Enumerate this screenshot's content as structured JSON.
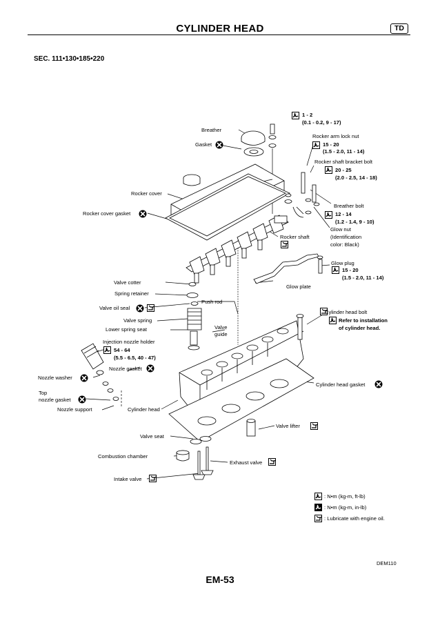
{
  "header": {
    "title": "CYLINDER HEAD",
    "badge": "TD"
  },
  "section": "SEC. 111•130•185•220",
  "torques": {
    "t1": [
      "1 - 2",
      "(0.1 - 0.2, 9 - 17)"
    ],
    "t2": [
      "15 - 20",
      "(1.5 - 2.0, 11 - 14)"
    ],
    "t3": [
      "20 - 25",
      "(2.0 - 2.5, 14 - 18)"
    ],
    "t4": [
      "12 - 14",
      "(1.2 - 1.4, 9 - 10)"
    ],
    "t5": [
      "15 - 20",
      "(1.5 - 2.0, 11 - 14)"
    ],
    "t6": [
      "54 - 64",
      "(5.5 - 6.5, 40 - 47)"
    ]
  },
  "labels": {
    "breather": "Breather",
    "gasket": "Gasket",
    "rocker_cover": "Rocker cover",
    "rocker_cover_gasket": "Rocker cover gasket",
    "rocker_arm_lock_nut": "Rocker arm lock nut",
    "rocker_shaft_bracket_bolt": "Rocker shaft bracket bolt",
    "breather_bolt": "Breather bolt",
    "glow_nut": "Glow nut",
    "glow_nut_id": "(Identification",
    "glow_nut_color": "color: Black)",
    "rocker_shaft": "Rocker shaft",
    "glow_plug": "Glow plug",
    "glow_plate": "Glow plate",
    "valve_cotter": "Valve cotter",
    "spring_retainer": "Spring retainer",
    "push_rod": "Push rod",
    "valve_oil_seal": "Valve oil seal",
    "valve_spring": "Valve spring",
    "lower_spring_seat": "Lower spring seat",
    "valve_guide_1": "Valve",
    "valve_guide_2": "guide",
    "injection_nozzle_holder": "Injection nozzle holder",
    "cylinder_head_bolt": "Cylinder head bolt",
    "refer_1": "Refer to installation",
    "refer_2": "of cylinder head.",
    "nozzle_gasket": "Nozzle gasket",
    "nozzle_washer": "Nozzle washer",
    "top_1": "Top",
    "top_2": "nozzle gasket",
    "nozzle_support": "Nozzle support",
    "cylinder_head": "Cylinder head",
    "cylinder_head_gasket": "Cylinder head gasket",
    "valve_lifter": "Valve lifter",
    "valve_seat": "Valve seat",
    "combustion_chamber": "Combustion chamber",
    "exhaust_valve": "Exhaust valve",
    "intake_valve": "Intake valve"
  },
  "legend": {
    "nm_ft": ": N•m (kg-m, ft-lb)",
    "nm_in": ": N•m (kg-m, in-lb)",
    "oil": ": Lubricate with engine oil."
  },
  "footer": {
    "code": "DEM110",
    "page": "EM-53"
  }
}
